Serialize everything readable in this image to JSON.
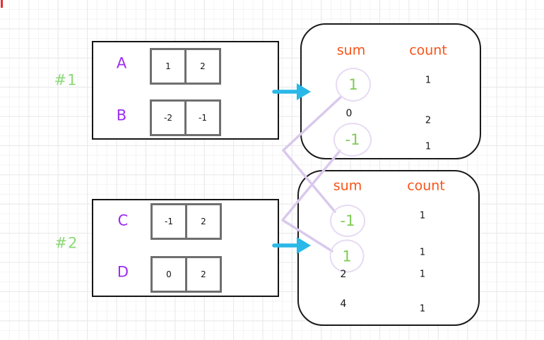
{
  "palette": {
    "green_label": "#8bd977",
    "green_value": "#7ecb55",
    "purple": "#9c2df2",
    "orange": "#f95318",
    "cyan": "#29b8e8",
    "lavender_line": "#d9c9ec",
    "lavender_circle": "#e7dbf4",
    "red_marker": "#e03131"
  },
  "groups": [
    {
      "label": "#1",
      "rows": [
        {
          "name": "A",
          "cells": [
            "1",
            "2"
          ]
        },
        {
          "name": "B",
          "cells": [
            "-2",
            "-1"
          ]
        }
      ],
      "result": {
        "col1": "sum",
        "col2": "count",
        "rows": [
          {
            "sum": "1",
            "count": "1",
            "circled": true
          },
          {
            "sum": "0",
            "count": "2",
            "circled": false
          },
          {
            "sum": "-1",
            "count": "1",
            "circled": true
          }
        ]
      }
    },
    {
      "label": "#2",
      "rows": [
        {
          "name": "C",
          "cells": [
            "-1",
            "2"
          ]
        },
        {
          "name": "D",
          "cells": [
            "0",
            "2"
          ]
        }
      ],
      "result": {
        "col1": "sum",
        "col2": "count",
        "rows": [
          {
            "sum": "-1",
            "count": "1",
            "circled": true
          },
          {
            "sum": "1",
            "count": "1",
            "circled": true
          },
          {
            "sum": "2",
            "count": "1",
            "circled": false
          },
          {
            "sum": "4",
            "count": "1",
            "circled": false
          }
        ]
      }
    }
  ],
  "connections": [
    {
      "from": "group1-sum-1",
      "to": "group2-sum-neg1"
    },
    {
      "from": "group1-sum-neg1",
      "to": "group2-sum-1"
    }
  ]
}
